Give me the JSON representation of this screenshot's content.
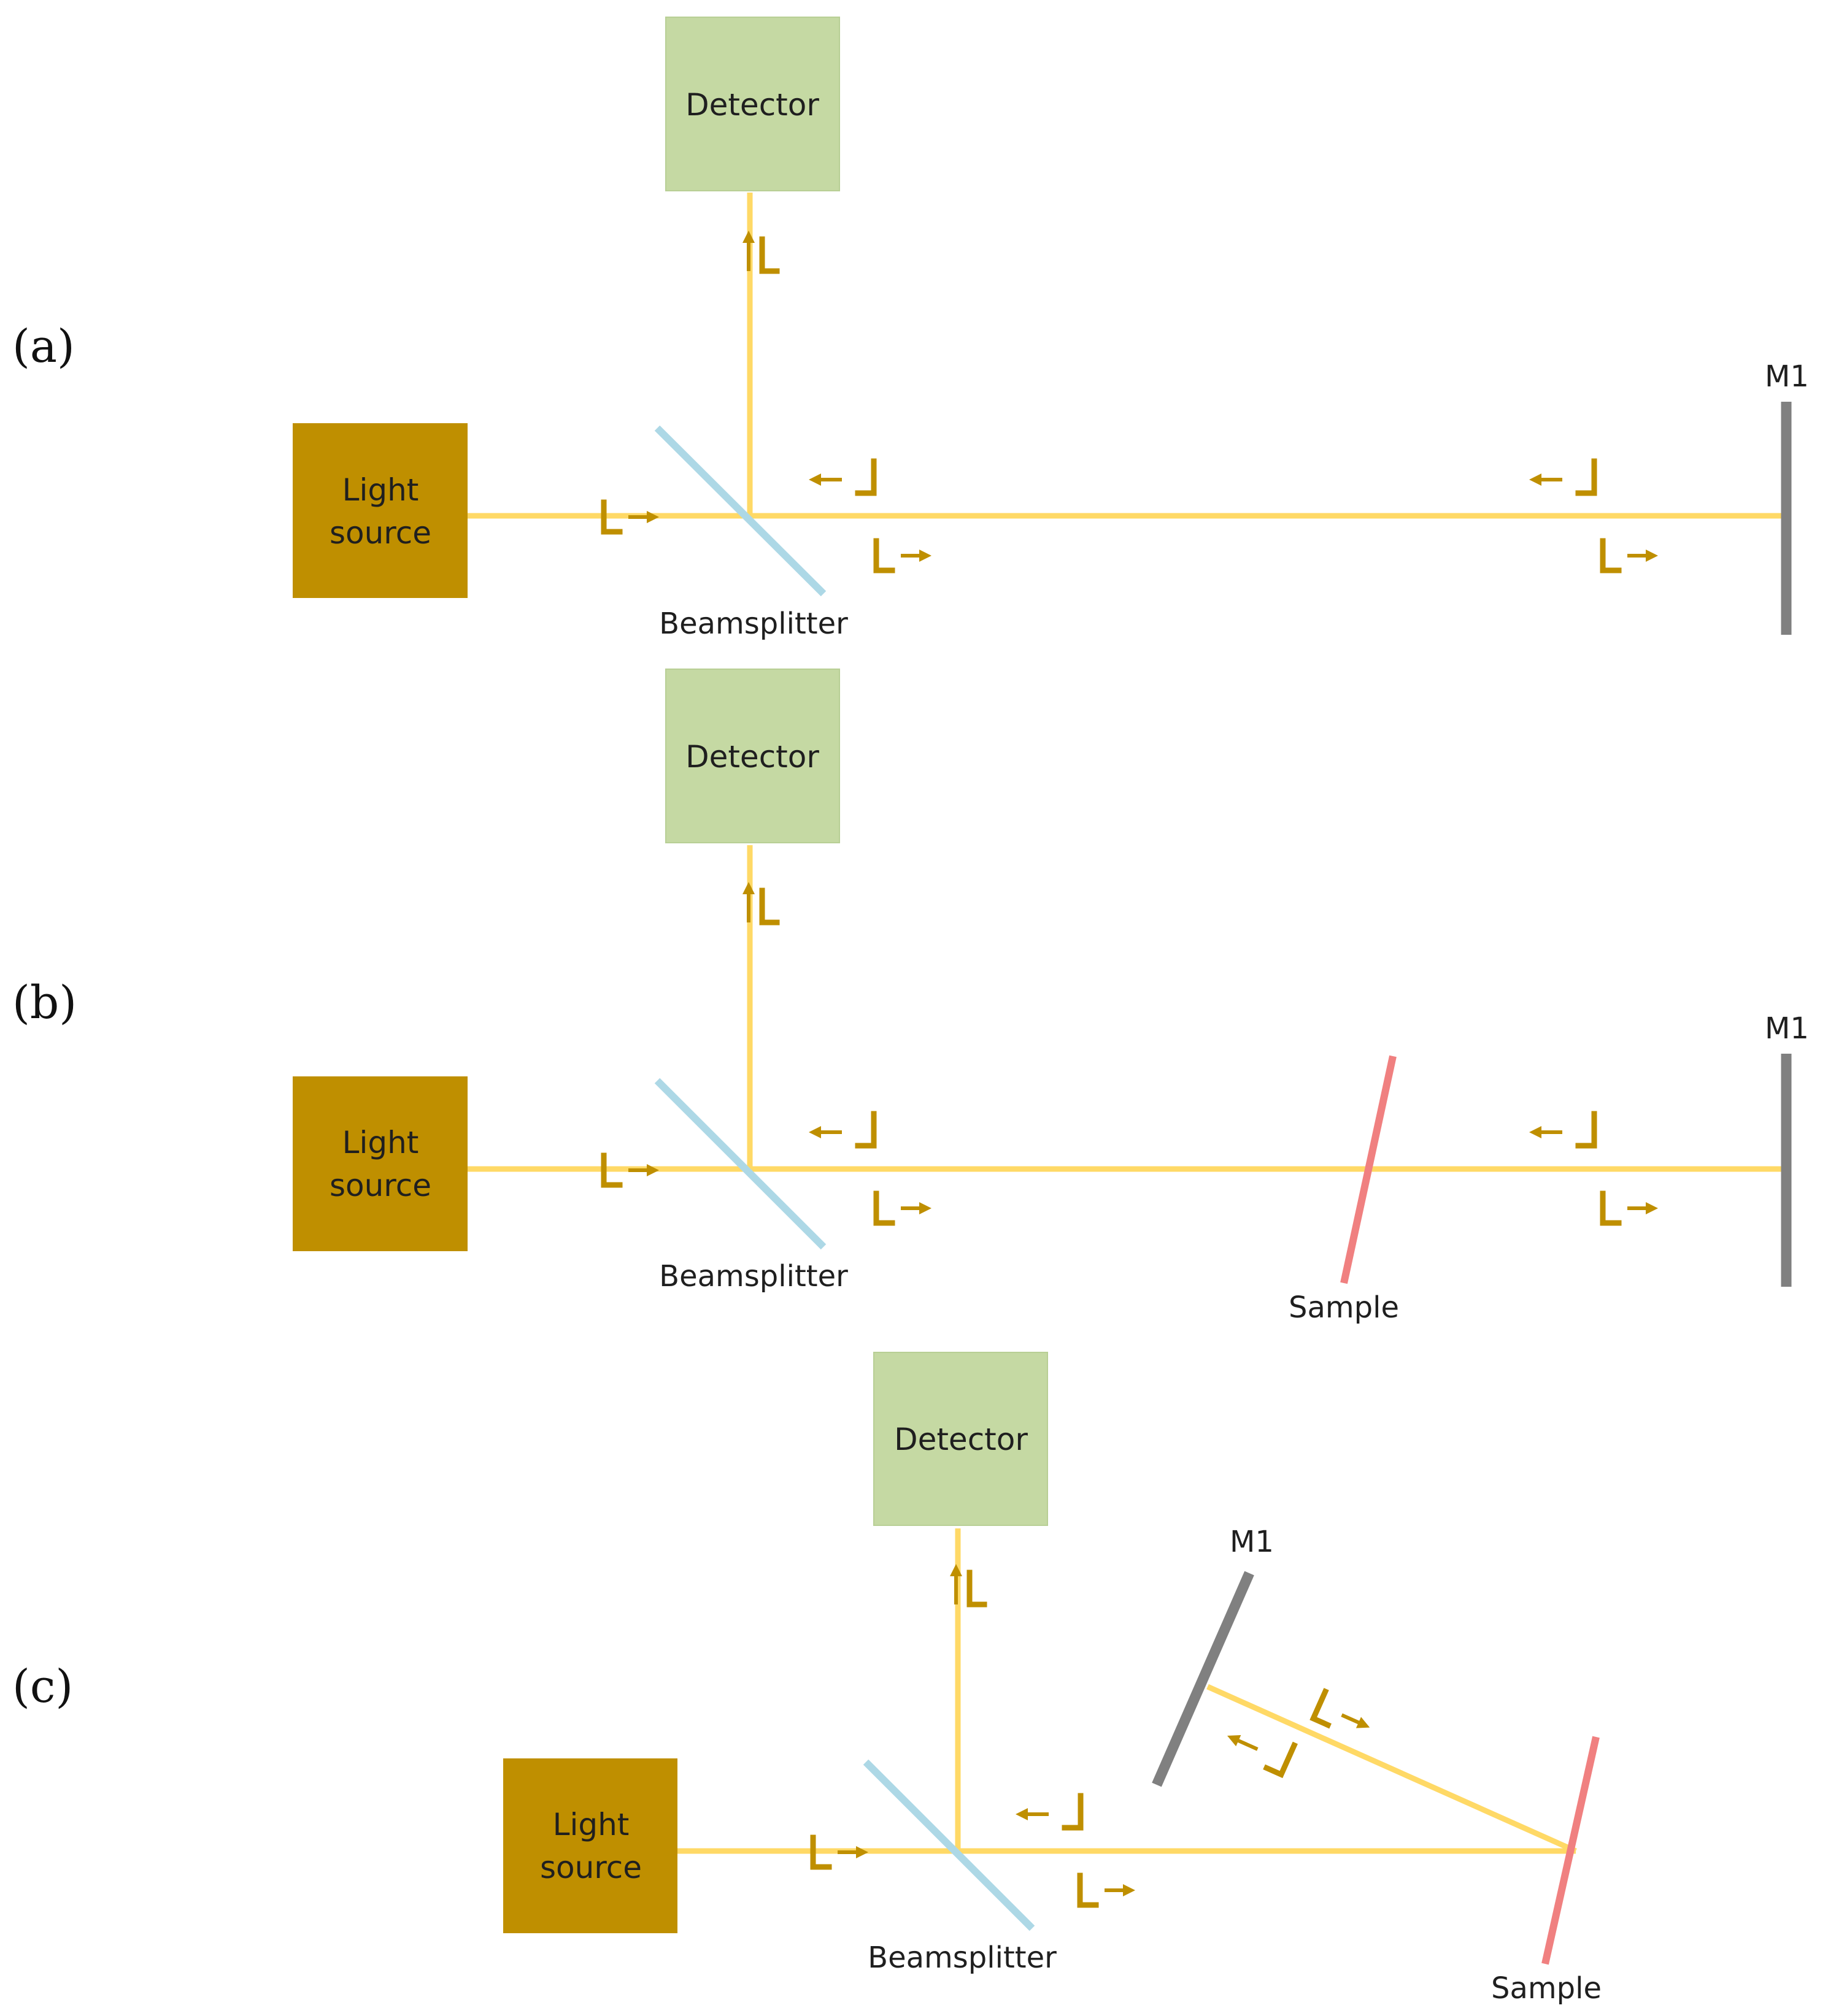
{
  "panels": [
    {
      "label": "(a)",
      "detector_label": "Detector",
      "source_label": [
        "Light",
        "source"
      ],
      "beamsplitter_label": "Beamsplitter",
      "mirror_label": "M1"
    },
    {
      "label": "(b)",
      "detector_label": "Detector",
      "source_label": [
        "Light",
        "source"
      ],
      "beamsplitter_label": "Beamsplitter",
      "mirror_label": "M1",
      "sample_label": "Sample"
    },
    {
      "label": "(c)",
      "detector_label": "Detector",
      "source_label": [
        "Light",
        "source"
      ],
      "beamsplitter_label": "Beamsplitter",
      "mirror_label": "M1",
      "sample_label": "Sample"
    }
  ],
  "colors": {
    "beam": "#ffd966",
    "beamsplitter": "#add8e6",
    "mirror": "#808080",
    "sample": "#f08080",
    "detector": "#c5d9a3",
    "light_source": "#bf8f00",
    "polarization_marker": "#bf8f00"
  }
}
